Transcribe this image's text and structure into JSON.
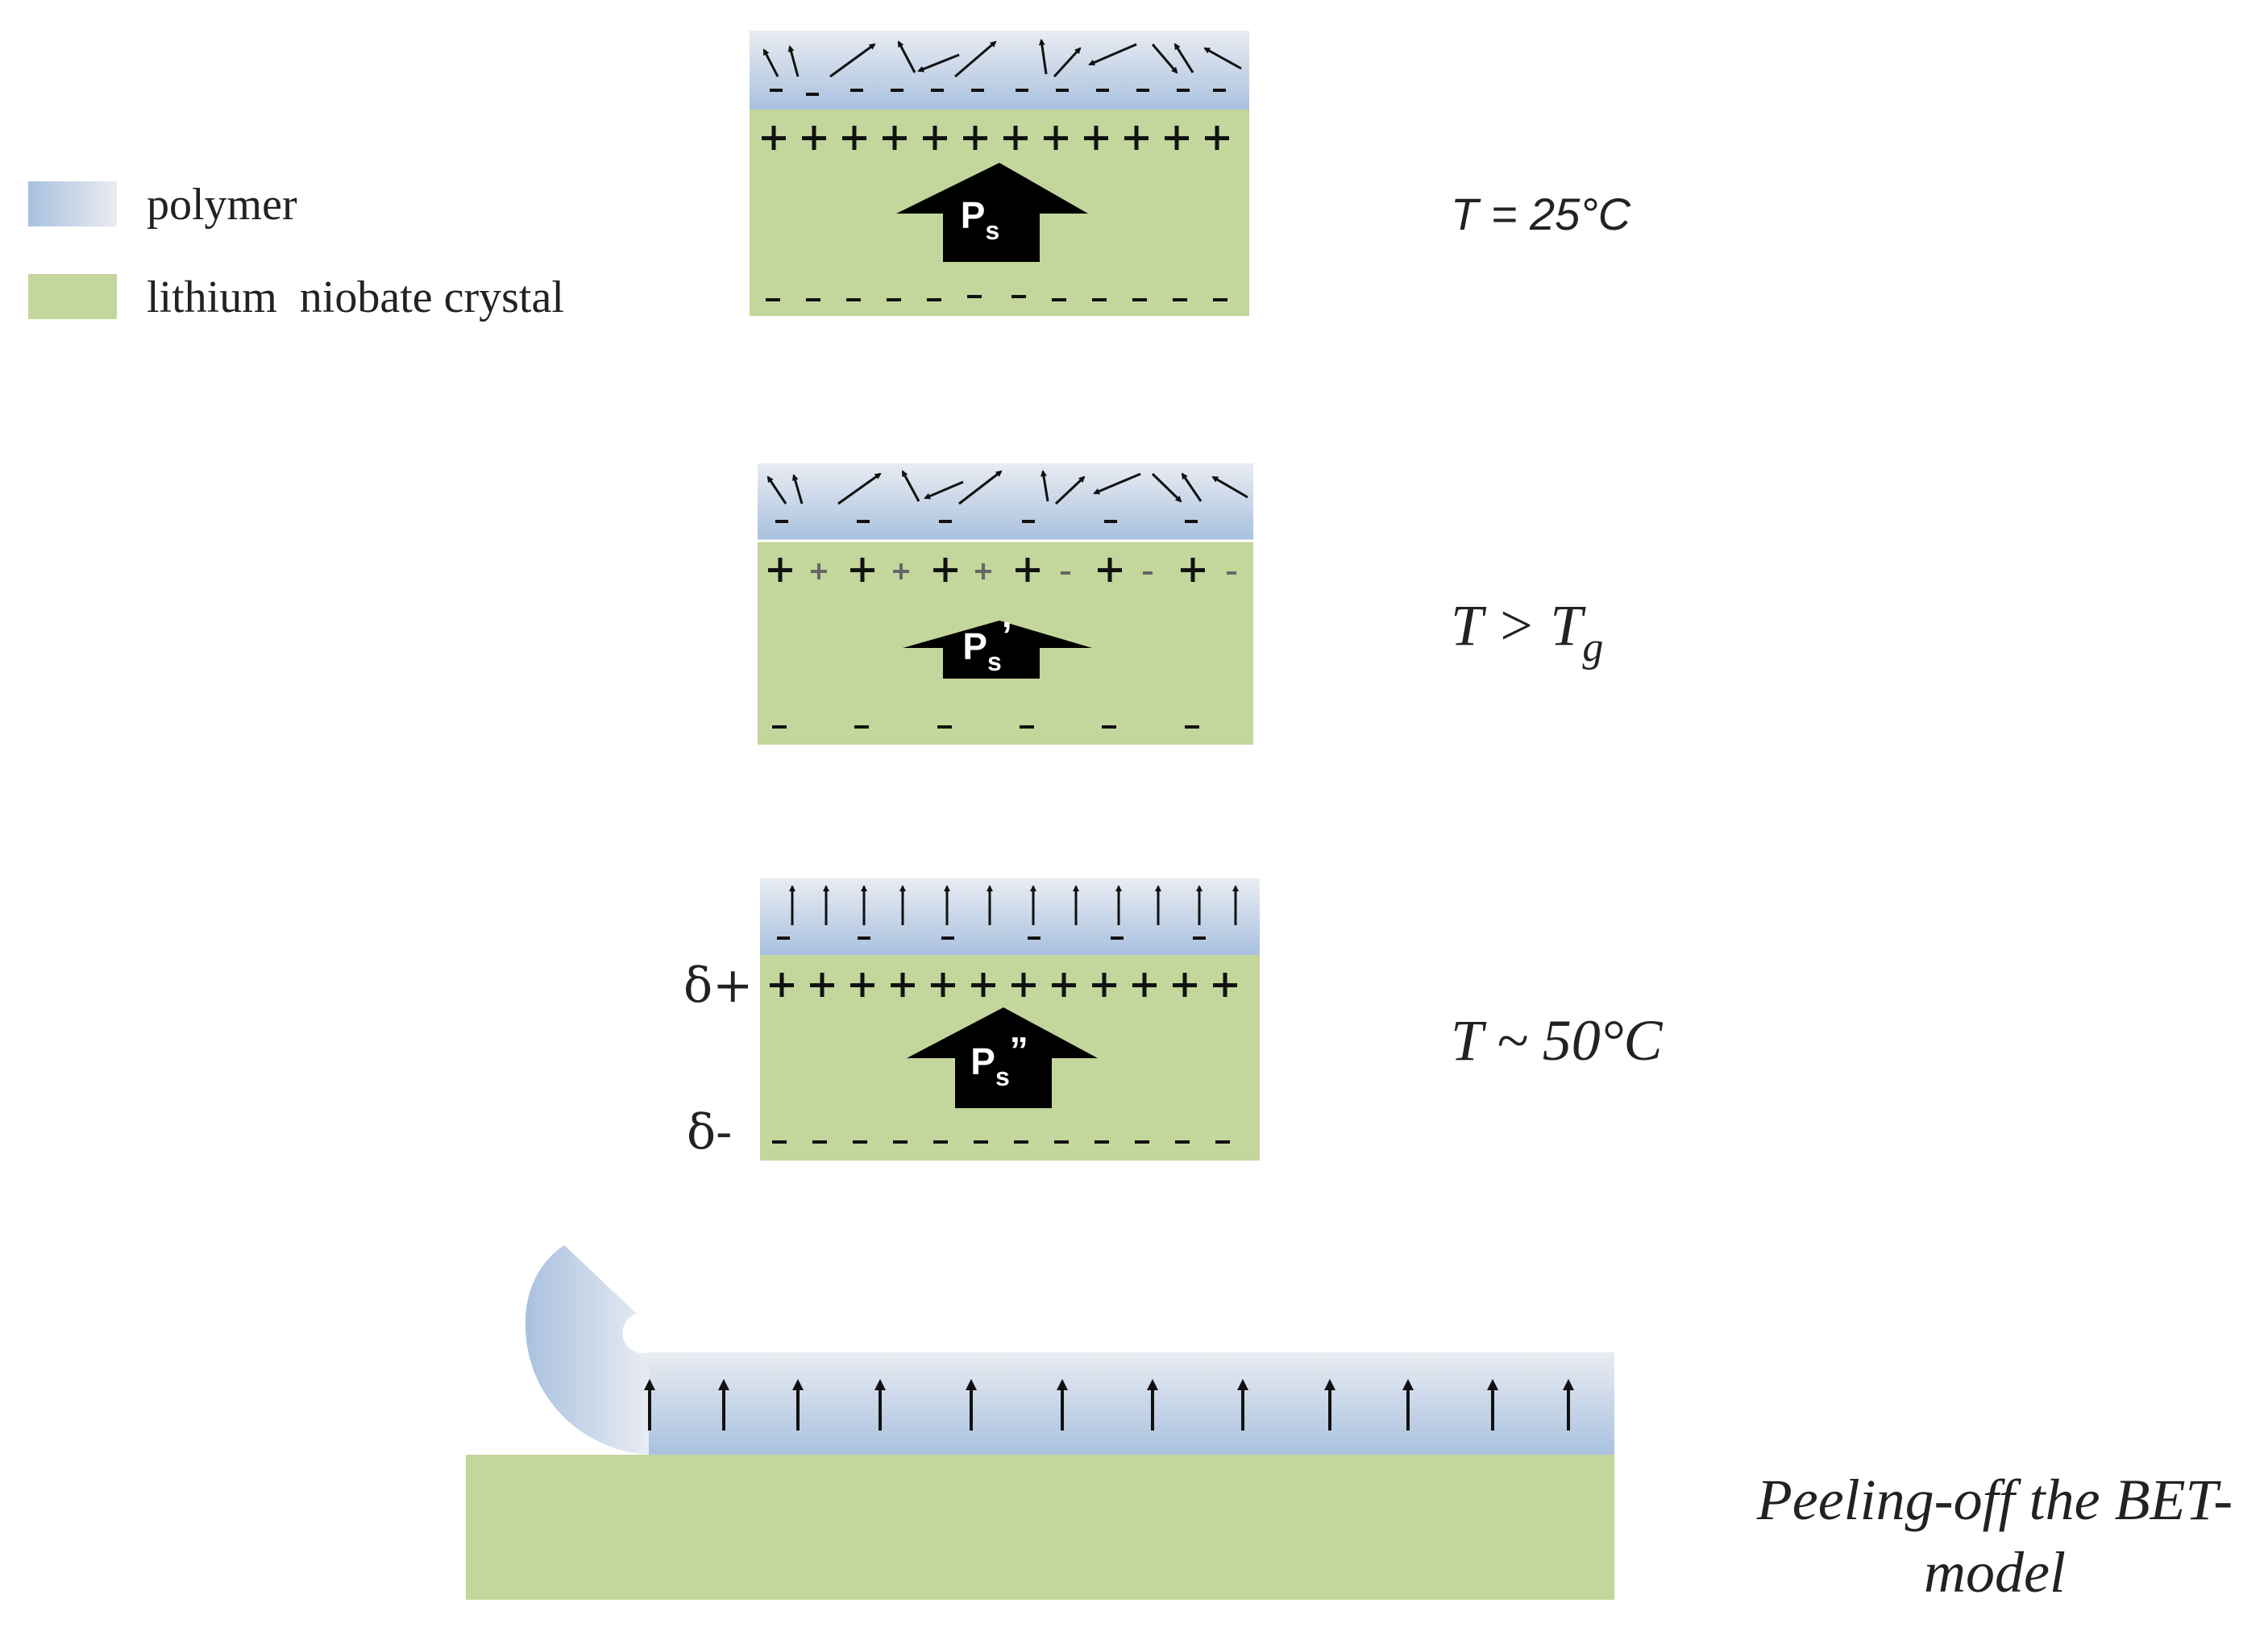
{
  "legend": {
    "items": [
      {
        "label": "polymer",
        "color": "#a9c1df"
      },
      {
        "label": "lithium  niobate crystal",
        "color": "#c3d69b"
      }
    ]
  },
  "colors": {
    "polymer_top": "#e9ecf2",
    "polymer_bottom": "#a9c1df",
    "crystal": "#c3d69b",
    "arrow": "#000000"
  },
  "panels": [
    {
      "condition": "T = 25°C",
      "polarization_label": "P",
      "polarization_sub": "s",
      "polarization_prime": "",
      "dipoles": "random"
    },
    {
      "condition_main": "T > T",
      "condition_sub": "g",
      "polarization_label": "P",
      "polarization_sub": "s",
      "polarization_prime": "’",
      "dipoles": "random"
    },
    {
      "condition": "T ~ 50°C",
      "polarization_label": "P",
      "polarization_sub": "s",
      "polarization_prime": "”",
      "dipoles": "aligned",
      "surface_charge_top": "δ+",
      "surface_charge_bottom": "δ-"
    }
  ],
  "peeling": {
    "caption_line1": "Peeling-off the BET-",
    "caption_line2": "model"
  }
}
